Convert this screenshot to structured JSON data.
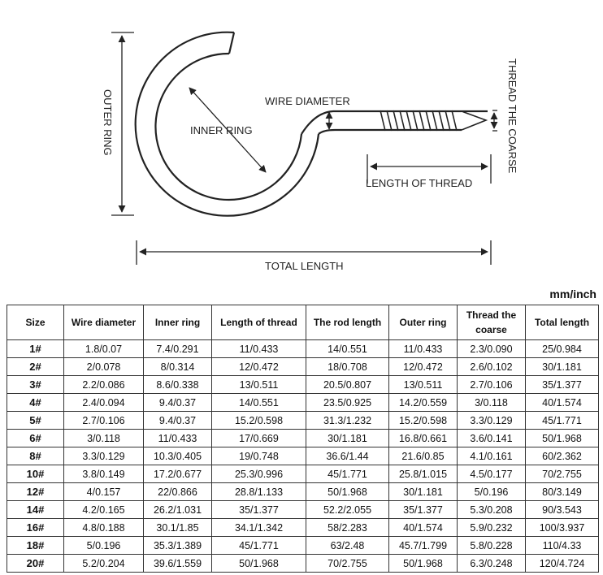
{
  "diagram": {
    "labels": {
      "outer_ring": "OUTER RING",
      "inner_ring": "INNER RING",
      "wire_diameter": "WIRE DIAMETER",
      "thread_coarse": "THREAD THE COARSE",
      "length_of_thread": "LENGTH OF THREAD",
      "total_length": "TOTAL LENGTH"
    }
  },
  "unit_label": "mm/inch",
  "table": {
    "headers": [
      "Size",
      "Wire diameter",
      "Inner ring",
      "Length of thread",
      "The rod length",
      "Outer ring",
      "Thread the coarse",
      "Total length"
    ],
    "rows": [
      [
        "1#",
        "1.8/0.07",
        "7.4/0.291",
        "11/0.433",
        "14/0.551",
        "11/0.433",
        "2.3/0.090",
        "25/0.984"
      ],
      [
        "2#",
        "2/0.078",
        "8/0.314",
        "12/0.472",
        "18/0.708",
        "12/0.472",
        "2.6/0.102",
        "30/1.181"
      ],
      [
        "3#",
        "2.2/0.086",
        "8.6/0.338",
        "13/0.511",
        "20.5/0.807",
        "13/0.511",
        "2.7/0.106",
        "35/1.377"
      ],
      [
        "4#",
        "2.4/0.094",
        "9.4/0.37",
        "14/0.551",
        "23.5/0.925",
        "14.2/0.559",
        "3/0.118",
        "40/1.574"
      ],
      [
        "5#",
        "2.7/0.106",
        "9.4/0.37",
        "15.2/0.598",
        "31.3/1.232",
        "15.2/0.598",
        "3.3/0.129",
        "45/1.771"
      ],
      [
        "6#",
        "3/0.118",
        "11/0.433",
        "17/0.669",
        "30/1.181",
        "16.8/0.661",
        "3.6/0.141",
        "50/1.968"
      ],
      [
        "8#",
        "3.3/0.129",
        "10.3/0.405",
        "19/0.748",
        "36.6/1.44",
        "21.6/0.85",
        "4.1/0.161",
        "60/2.362"
      ],
      [
        "10#",
        "3.8/0.149",
        "17.2/0.677",
        "25.3/0.996",
        "45/1.771",
        "25.8/1.015",
        "4.5/0.177",
        "70/2.755"
      ],
      [
        "12#",
        "4/0.157",
        "22/0.866",
        "28.8/1.133",
        "50/1.968",
        "30/1.181",
        "5/0.196",
        "80/3.149"
      ],
      [
        "14#",
        "4.2/0.165",
        "26.2/1.031",
        "35/1.377",
        "52.2/2.055",
        "35/1.377",
        "5.3/0.208",
        "90/3.543"
      ],
      [
        "16#",
        "4.8/0.188",
        "30.1/1.85",
        "34.1/1.342",
        "58/2.283",
        "40/1.574",
        "5.9/0.232",
        "100/3.937"
      ],
      [
        "18#",
        "5/0.196",
        "35.3/1.389",
        "45/1.771",
        "63/2.48",
        "45.7/1.799",
        "5.8/0.228",
        "110/4.33"
      ],
      [
        "20#",
        "5.2/0.204",
        "39.6/1.559",
        "50/1.968",
        "70/2.755",
        "50/1.968",
        "6.3/0.248",
        "120/4.724"
      ]
    ]
  }
}
